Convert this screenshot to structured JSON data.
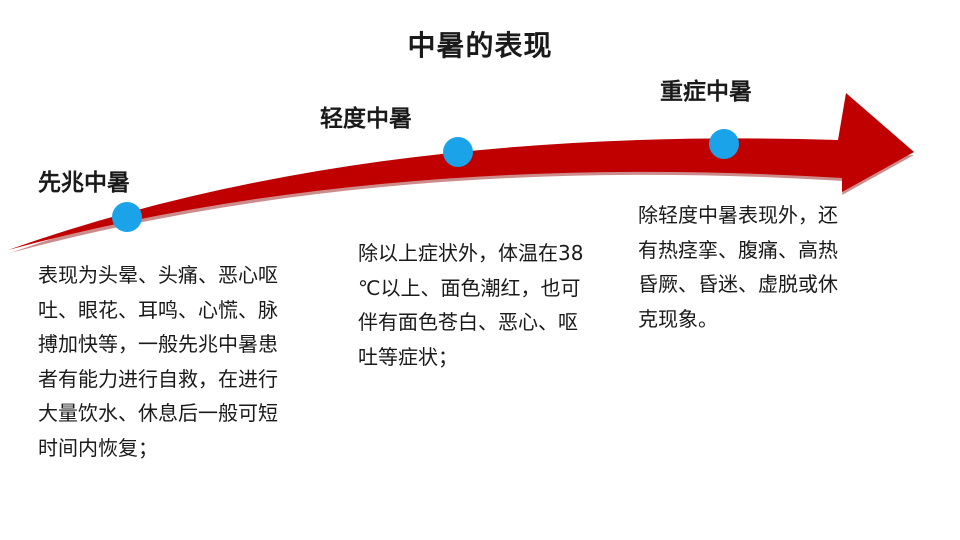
{
  "title": "中暑的表现",
  "colors": {
    "arrow": "#c00000",
    "arrow_shadow": "#8e0000",
    "dot": "#1aa3e8",
    "text": "#1a1a1a"
  },
  "stages": [
    {
      "label": "先兆中暑",
      "description": "表现为头晕、头痛、恶心呕吐、眼花、耳鸣、心慌、脉搏加快等，一般先兆中暑患者有能力进行自救，在进行大量饮水、休息后一般可短时间内恢复；"
    },
    {
      "label": "轻度中暑",
      "description": "除以上症状外，体温在38 ℃以上、面色潮红，也可伴有面色苍白、恶心、呕吐等症状；"
    },
    {
      "label": "重症中暑",
      "description": "除轻度中暑表现外，还有热痉挛、腹痛、高热昏厥、昏迷、虚脱或休克现象。"
    }
  ]
}
